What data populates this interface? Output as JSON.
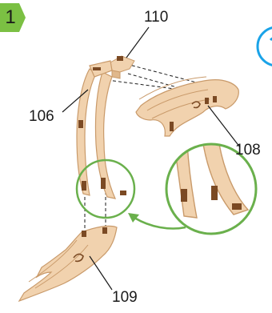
{
  "step": {
    "number": "1"
  },
  "labels": {
    "part_110": "110",
    "part_106": "106",
    "part_108": "108",
    "part_109": "109"
  },
  "colors": {
    "wood_fill": "#f1d2ae",
    "wood_edge": "#c99a6a",
    "wood_dark": "#7b4a24",
    "badge_green": "#7bc043",
    "zoom_circle": "#6ab04c",
    "info_blue": "#1aa3e8",
    "leader_line": "#1a1a1a"
  }
}
